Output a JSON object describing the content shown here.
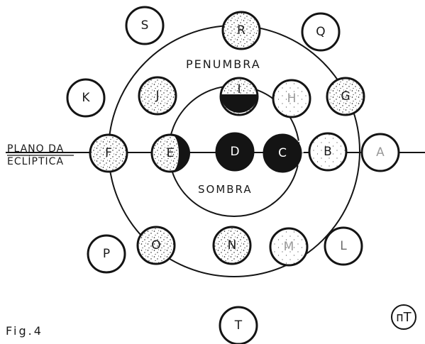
{
  "labels": {
    "penumbra": "PENUMBRA",
    "sombra": "SOMBRA",
    "plane_line1": "PLANO DA",
    "plane_line2": "ECLÍPTICA",
    "figure": "Fig.4",
    "signature": "ᴨT"
  },
  "moons": [
    {
      "id": "S",
      "label": "S",
      "fill": "white",
      "text_color": "#1a1a1a"
    },
    {
      "id": "R",
      "label": "R",
      "fill": "stipple",
      "text_color": "#1a1a1a"
    },
    {
      "id": "Q",
      "label": "Q",
      "fill": "white",
      "text_color": "#1a1a1a"
    },
    {
      "id": "K",
      "label": "K",
      "fill": "white",
      "text_color": "#1a1a1a"
    },
    {
      "id": "J",
      "label": "J",
      "fill": "stipple",
      "text_color": "#1a1a1a"
    },
    {
      "id": "I",
      "label": "I",
      "fill": "partial-dark-bottom",
      "text_color": "#1a1a1a"
    },
    {
      "id": "H",
      "label": "H",
      "fill": "light-stipple",
      "text_color": "#9a9a9a"
    },
    {
      "id": "G",
      "label": "G",
      "fill": "stipple",
      "text_color": "#1a1a1a"
    },
    {
      "id": "F",
      "label": "F",
      "fill": "stipple",
      "text_color": "#1a1a1a"
    },
    {
      "id": "E",
      "label": "E",
      "fill": "partial-dark-right",
      "text_color": "#1a1a1a"
    },
    {
      "id": "D",
      "label": "D",
      "fill": "dark",
      "text_color": "#ffffff"
    },
    {
      "id": "C",
      "label": "C",
      "fill": "dark-rim-left",
      "text_color": "#ffffff"
    },
    {
      "id": "B",
      "label": "B",
      "fill": "light-stipple",
      "text_color": "#1a1a1a"
    },
    {
      "id": "A",
      "label": "A",
      "fill": "white",
      "text_color": "#9a9a9a"
    },
    {
      "id": "P",
      "label": "P",
      "fill": "white",
      "text_color": "#1a1a1a"
    },
    {
      "id": "O",
      "label": "O",
      "fill": "stipple",
      "text_color": "#1a1a1a"
    },
    {
      "id": "N",
      "label": "N",
      "fill": "stipple",
      "text_color": "#1a1a1a"
    },
    {
      "id": "M",
      "label": "M",
      "fill": "light-stipple",
      "text_color": "#9a9a9a"
    },
    {
      "id": "L",
      "label": "L",
      "fill": "white",
      "text_color": "#6a6a6a"
    },
    {
      "id": "T",
      "label": "T",
      "fill": "white",
      "text_color": "#1a1a1a"
    }
  ],
  "colors": {
    "ink": "#141414",
    "shadow": "#141414",
    "stipple": "#1a1a1a",
    "background": "#ffffff"
  }
}
